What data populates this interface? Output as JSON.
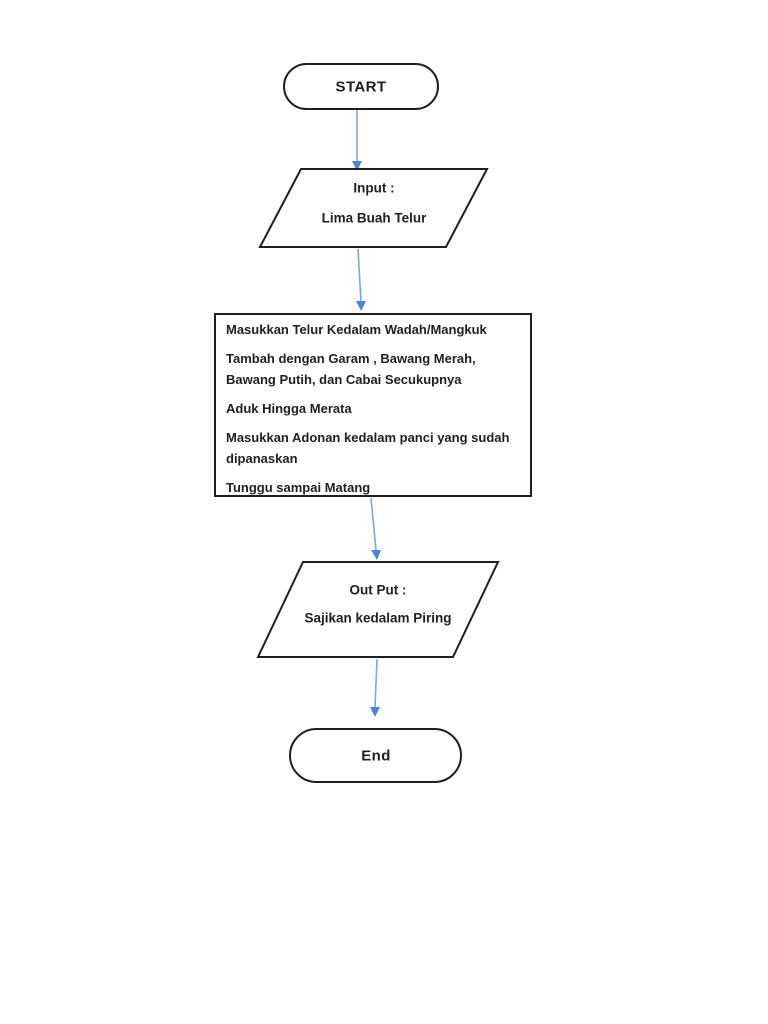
{
  "page": {
    "kind": "flowchart-document-page"
  },
  "colors": {
    "page_bg": "#ffffff",
    "shape_border": "#1f1f1f",
    "arrow_line": "#7ea6dc",
    "arrow_head": "#4a86d2",
    "text": "#1f1f1f"
  },
  "flowchart": {
    "start": {
      "label": "START"
    },
    "input": {
      "title": "Input :",
      "value": "Lima Buah Telur"
    },
    "process": {
      "steps": [
        "Masukkan Telur Kedalam Wadah/Mangkuk",
        "Tambah dengan Garam , Bawang Merah, Bawang Putih, dan Cabai Secukupnya",
        "Aduk Hingga Merata",
        "Masukkan Adonan kedalam panci yang sudah dipanaskan",
        "Tunggu sampai Matang"
      ]
    },
    "output": {
      "title": "Out Put :",
      "value": "Sajikan kedalam Piring"
    },
    "end": {
      "label": "End"
    }
  }
}
